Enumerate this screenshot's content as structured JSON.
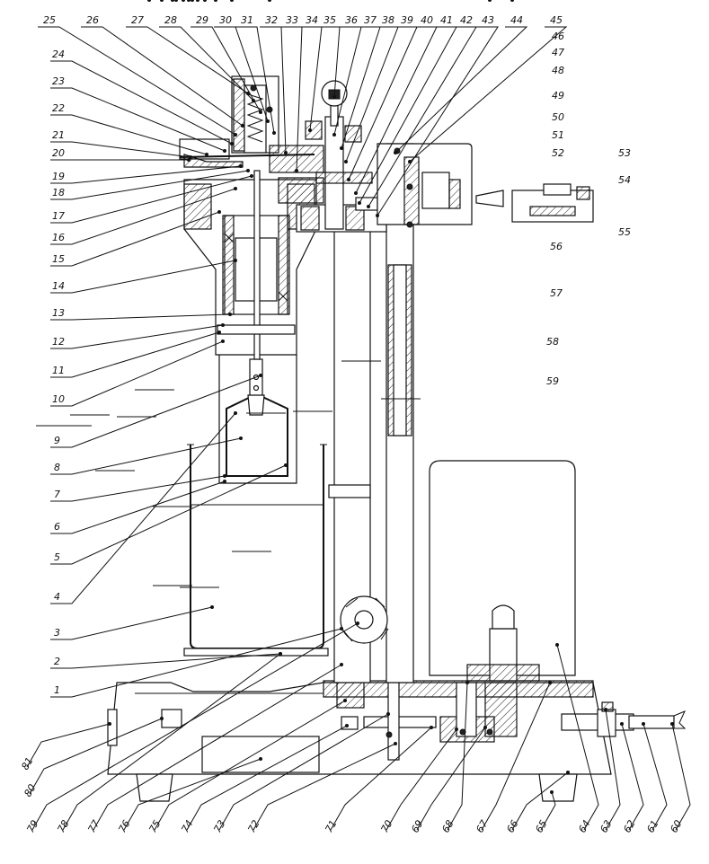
{
  "labels": {
    "top": [
      "25",
      "26",
      "27",
      "28",
      "29",
      "30",
      "31",
      "32",
      "33",
      "34",
      "35",
      "36",
      "37",
      "38",
      "39",
      "40",
      "41",
      "42",
      "43",
      "44",
      "45"
    ],
    "left": [
      "24",
      "23",
      "22",
      "21",
      "20",
      "19",
      "18",
      "17",
      "16",
      "15",
      "14",
      "13",
      "12",
      "11",
      "10",
      "9",
      "8",
      "7",
      "6",
      "5",
      "4",
      "3",
      "2",
      "1"
    ],
    "right": [
      "46",
      "47",
      "48",
      "49",
      "50",
      "51",
      "52",
      "53",
      "54",
      "55",
      "56",
      "57",
      "58",
      "59"
    ],
    "bottom": [
      "81",
      "80",
      "79",
      "78",
      "77",
      "76",
      "75",
      "74",
      "73",
      "72",
      "71",
      "70",
      "69",
      "68",
      "67",
      "66",
      "65",
      "64",
      "63",
      "62",
      "61",
      "60"
    ]
  }
}
